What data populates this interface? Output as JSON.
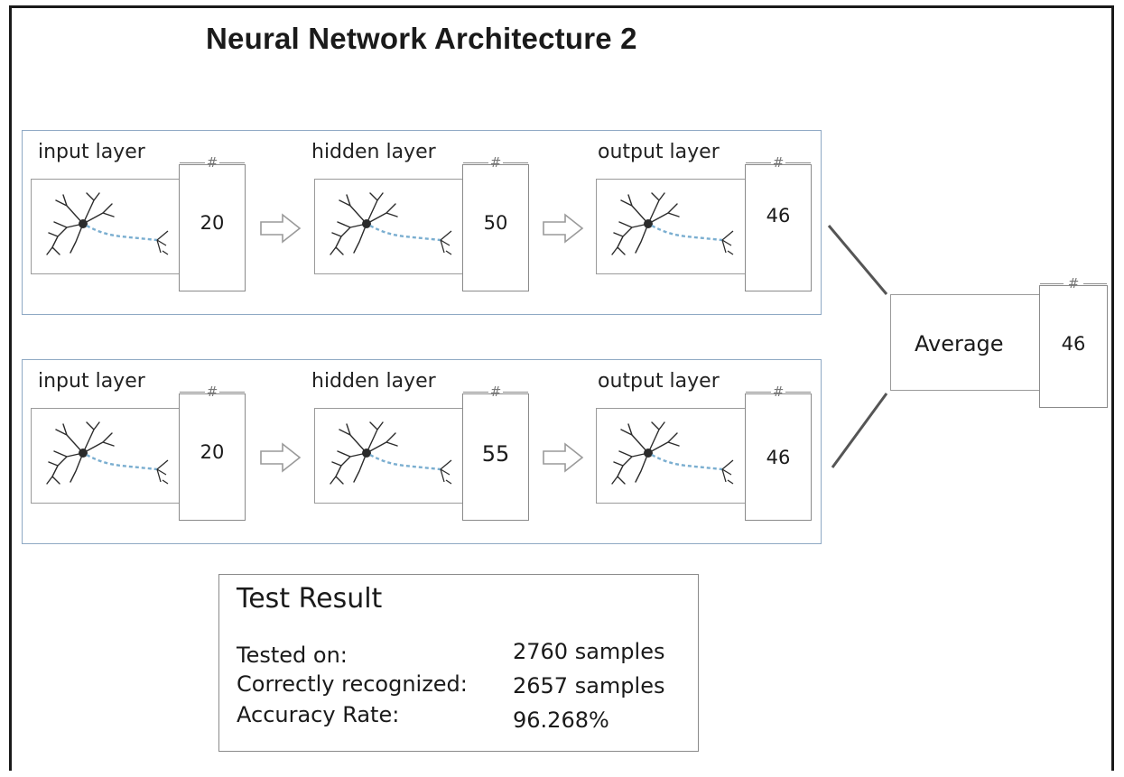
{
  "title": "Neural Network Architecture 2",
  "networks": [
    {
      "layers": [
        {
          "label": "input layer",
          "hash": "#",
          "count": "20"
        },
        {
          "label": "hidden layer",
          "hash": "#",
          "count": "50"
        },
        {
          "label": "output layer",
          "hash": "#",
          "count": "46"
        }
      ]
    },
    {
      "layers": [
        {
          "label": "input layer",
          "hash": "#",
          "count": "20"
        },
        {
          "label": "hidden layer",
          "hash": "#",
          "count": "55"
        },
        {
          "label": "output layer",
          "hash": "#",
          "count": "46"
        }
      ]
    }
  ],
  "average": {
    "label": "Average",
    "hash": "#",
    "count": "46"
  },
  "test_result": {
    "title": "Test Result",
    "rows": [
      {
        "label": "Tested on:",
        "value": "2760 samples"
      },
      {
        "label": "Correctly recognized:",
        "value": "2657 samples"
      },
      {
        "label": "Accuracy Rate:",
        "value": "96.268%"
      }
    ]
  },
  "colors": {
    "network_border": "#8fa9c4",
    "neuron_body": "#2b2b2b",
    "axon": "#7aaed0"
  }
}
